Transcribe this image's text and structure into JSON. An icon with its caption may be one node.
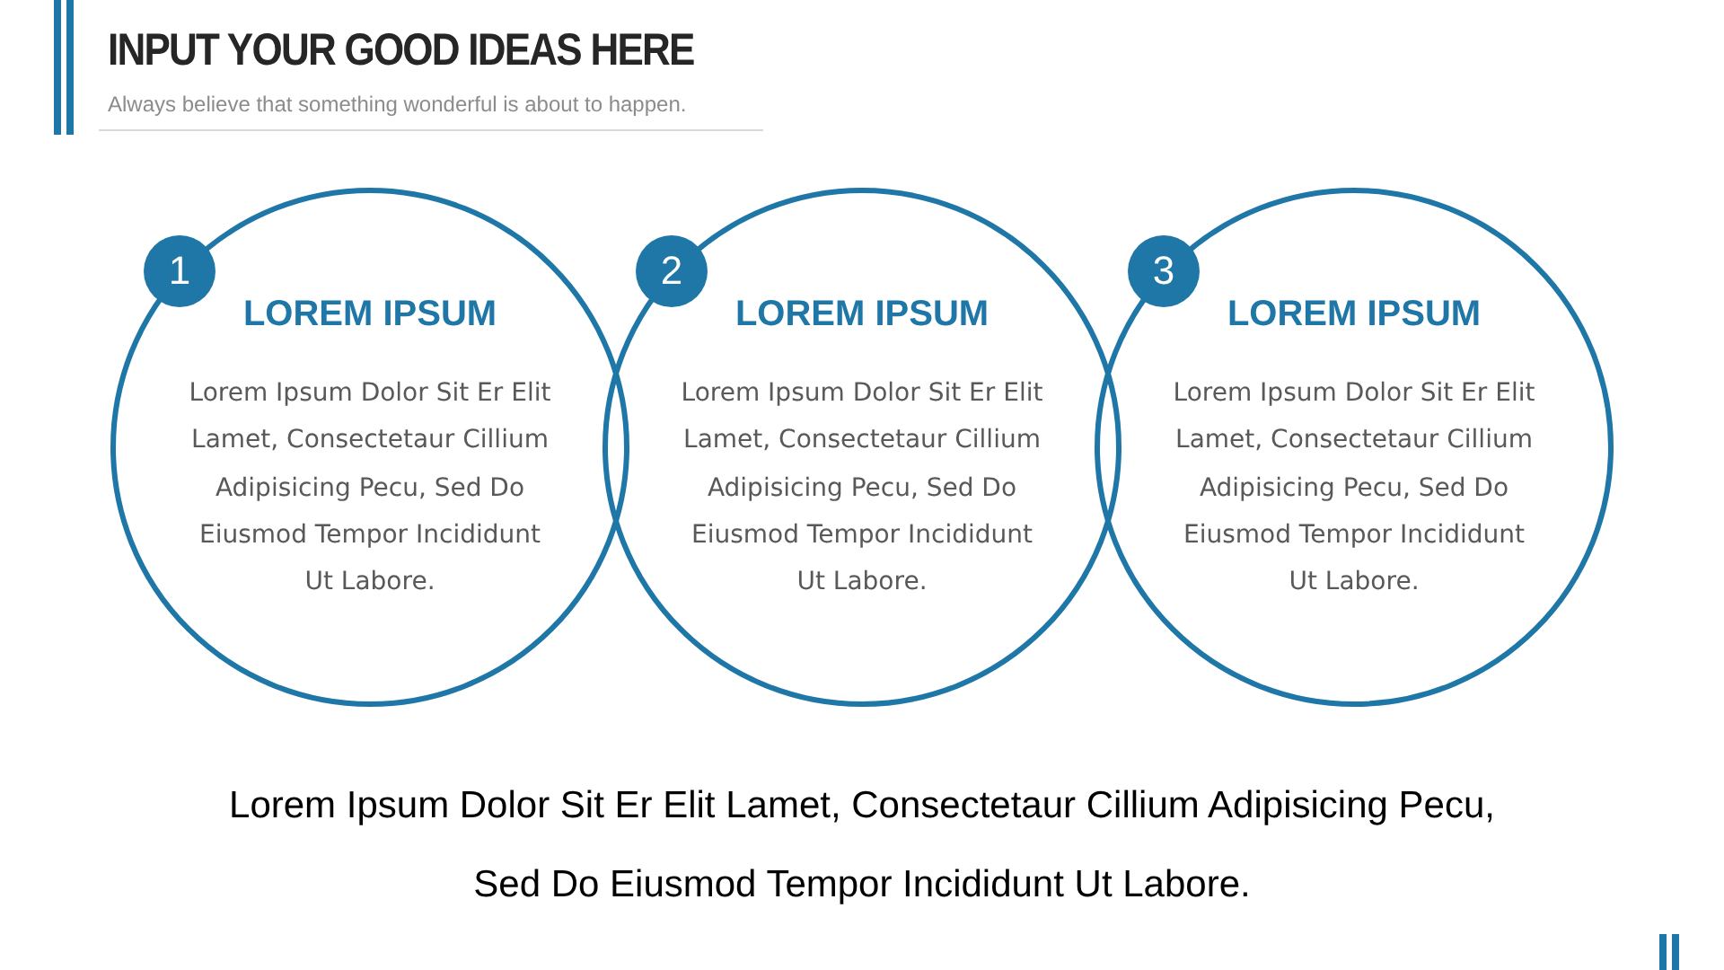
{
  "diagram": {
    "title": "INPUT YOUR GOOD IDEAS HERE",
    "nodes": [
      {
        "text": [
          "1"
        ]
      },
      {
        "text": [
          "LOREM IPSUM",
          "Lorem Ipsum Dolor Sit Er Elit Lamet, Consectetaur Cillium Adipisicing Pecu, Sed Do Eiusmod Tempor Incididunt Ut Labore."
        ]
      },
      {
        "text": [
          "2"
        ]
      },
      {
        "text": [
          "LOREM IPSUM",
          "Lorem Ipsum Dolor Sit Er Elit Lamet, Consectetaur Cillium Adipisicing Pecu, Sed Do Eiusmod Tempor Incididunt Ut Labore."
        ]
      },
      {
        "text": [
          "3"
        ]
      },
      {
        "text": [
          "LOREM IPSUM",
          "Lorem Ipsum Dolor Sit Er Elit Lamet, Consectetaur Cillium Adipisicing Pecu, Sed Do Eiusmod Tempor Incididunt Ut Labore."
        ]
      }
    ],
    "labels": [
      "Always believe that something wonderful  is about to happen.",
      "Lorem Ipsum Dolor Sit Er Elit Lamet, Consectetaur Cillium Adipisicing Pecu, Sed Do Eiusmod Tempor Incididunt Ut Labore."
    ]
  }
}
